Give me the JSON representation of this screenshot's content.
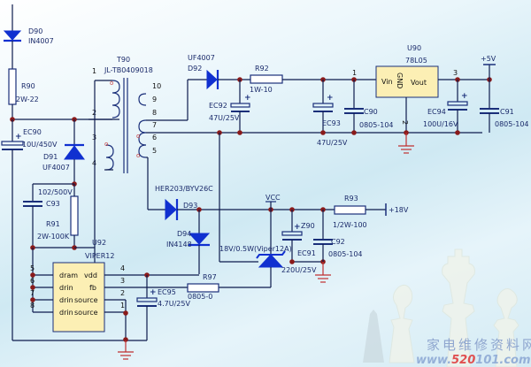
{
  "diagram": {
    "type": "circuit-schematic",
    "description": "VIPER12 flyback switching power supply with 78L05 regulator"
  },
  "components": {
    "D90": {
      "ref": "D90",
      "value": "IN4007"
    },
    "R90": {
      "ref": "R90",
      "value": "2W-22"
    },
    "EC90": {
      "ref": "EC90",
      "value": "10U/450V"
    },
    "D91": {
      "ref": "D91",
      "value": "UF4007"
    },
    "C93": {
      "ref": "C93",
      "value": "102/500V"
    },
    "R91": {
      "ref": "R91",
      "value": "2W-100K"
    },
    "T90": {
      "ref": "T90",
      "value": "JL-TB0409018",
      "pins": [
        "1",
        "2",
        "3",
        "4",
        "5",
        "6",
        "7",
        "8",
        "9",
        "10"
      ]
    },
    "D92": {
      "ref": "D92",
      "value": "UF4007"
    },
    "R92": {
      "ref": "R92",
      "value": "1W-10"
    },
    "EC92": {
      "ref": "EC92",
      "value": "47U/25V"
    },
    "EC93": {
      "ref": "EC93",
      "value": "47U/25V"
    },
    "C90": {
      "ref": "C90",
      "value": "0805-104"
    },
    "U90": {
      "ref": "U90",
      "value": "78L05",
      "pin_vin": "Vin",
      "pin_gnd": "GND",
      "pin_vout": "Vout",
      "pin1": "1",
      "pin2": "2",
      "pin3": "3"
    },
    "EC94": {
      "ref": "EC94",
      "value": "100U/16V"
    },
    "C91": {
      "ref": "C91",
      "value": "0805-104"
    },
    "D93": {
      "ref": "D93",
      "value": "HER203/BYV26C"
    },
    "D94": {
      "ref": "D94",
      "value": "IN4148"
    },
    "R93": {
      "ref": "R93",
      "value": "1/2W-100"
    },
    "Z90": {
      "ref": "Z90",
      "value": "18V/0.5W(Viper12A)"
    },
    "EC91": {
      "ref": "EC91",
      "value": "220U/25V"
    },
    "C92": {
      "ref": "C92",
      "value": "0805-104"
    },
    "R97": {
      "ref": "R97",
      "value": "0805-0"
    },
    "EC95": {
      "ref": "EC95",
      "value": "4.7U/25V"
    },
    "U92": {
      "ref": "U92",
      "value": "VIPER12",
      "pins_left": [
        "dram",
        "drin",
        "drin",
        "drin"
      ],
      "pins_right": [
        "vdd",
        "fb",
        "source",
        "source"
      ],
      "pin_nums_left": [
        "5",
        "6",
        "7",
        "8"
      ],
      "pin_nums_right": [
        "4",
        "3",
        "2",
        "1"
      ]
    }
  },
  "nets": {
    "plus5v": "+5V",
    "plus18v": "+18V",
    "vcc": "VCC"
  },
  "watermark": {
    "line1": "家电维修资料网",
    "line2_prefix": "www.",
    "line2_highlight": "520",
    "line2_suffix": "101.com"
  }
}
